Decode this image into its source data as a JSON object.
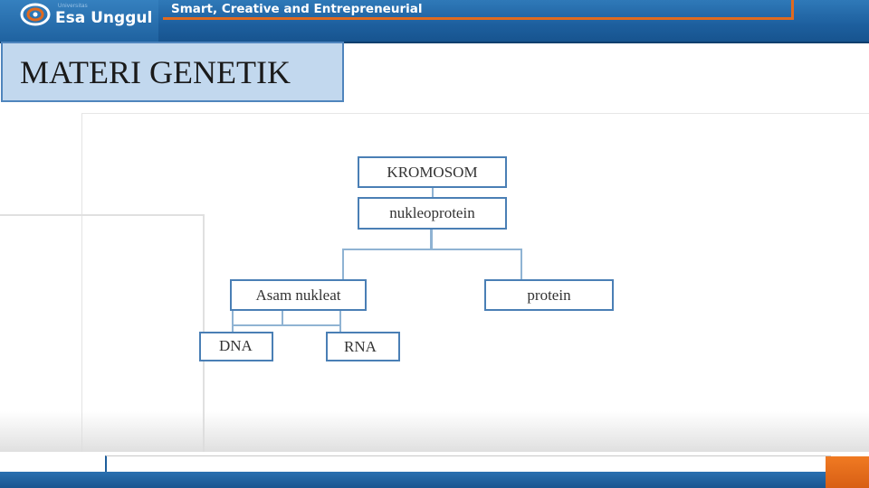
{
  "header": {
    "logo_small_text": "Universitas",
    "logo_name": "Esa Unggul",
    "tagline": "Smart, Creative and Entrepreneurial",
    "colors": {
      "blue": "#1d5f9e",
      "orange": "#e06a1f"
    }
  },
  "slide": {
    "title": "MATERI GENETIK"
  },
  "diagram": {
    "nodes": {
      "kromosom": "KROMOSOM",
      "nukleoprotein": "nukleoprotein",
      "asam_nukleat": "Asam nukleat",
      "protein": "protein",
      "dna": "DNA",
      "rna": "RNA"
    }
  }
}
